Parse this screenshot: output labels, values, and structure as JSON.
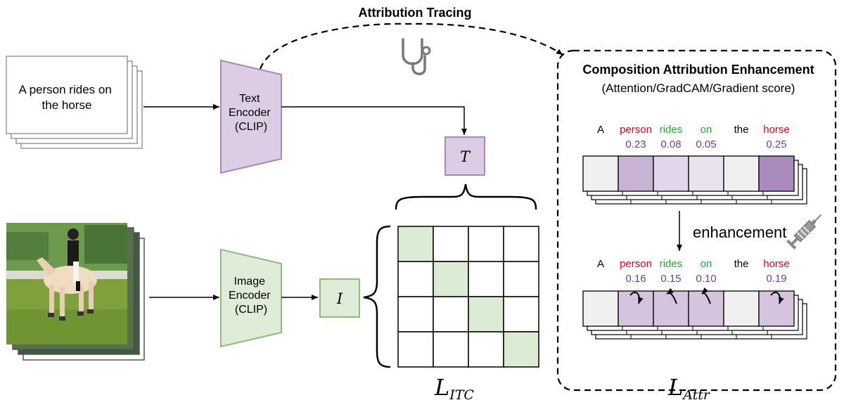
{
  "header": {
    "title": "Attribution Tracing"
  },
  "text_input": {
    "caption": [
      "A person rides on",
      "the horse"
    ]
  },
  "text_encoder": {
    "lines": [
      "Text",
      "Encoder",
      "(CLIP)"
    ]
  },
  "image_encoder": {
    "lines": [
      "Image",
      "Encoder",
      "(CLIP)"
    ]
  },
  "text_embedding": {
    "symbol": "T"
  },
  "image_embedding": {
    "symbol": "I"
  },
  "loss_itc": {
    "script": "L",
    "subscript": "ITC"
  },
  "loss_attr": {
    "script": "L",
    "subscript": "Attr"
  },
  "attribution_panel": {
    "title": "Composition Attribution Enhancement",
    "subtitle": "(Attention/GradCAM/Gradient score)",
    "enhancement_label": "enhancement",
    "tokens": [
      {
        "word": "A",
        "color": "#000000",
        "score_before": "",
        "score_after": "",
        "fill_before": "#f0f0f0",
        "fill_after": "#f0f0f0"
      },
      {
        "word": "person",
        "color": "#e8001c",
        "score_before": "0.23",
        "score_after": "0.16",
        "fill_before": "#c9b3d5",
        "fill_after": "#d6c4df"
      },
      {
        "word": "rides",
        "color": "#1fa83c",
        "score_before": "0.08",
        "score_after": "0.15",
        "fill_before": "#e2d6ea",
        "fill_after": "#d6c4df"
      },
      {
        "word": "on",
        "color": "#1fa83c",
        "score_before": "0.05",
        "score_after": "0.10",
        "fill_before": "#ebe2f0",
        "fill_after": "#d6c4df"
      },
      {
        "word": "the",
        "color": "#000000",
        "score_before": "",
        "score_after": "",
        "fill_before": "#f0f0f0",
        "fill_after": "#f0f0f0"
      },
      {
        "word": "horse",
        "color": "#e8001c",
        "score_before": "0.25",
        "score_after": "0.19",
        "fill_before": "#a98bbd",
        "fill_after": "#d6c4df"
      }
    ],
    "score_color": "#6a3fa0"
  },
  "colors": {
    "text_branch": "#dccde5",
    "text_branch_stroke": "#a888bf",
    "image_branch": "#dfecd8",
    "image_branch_stroke": "#8fbb7d",
    "matrix_diag": "#dcebd3"
  },
  "icons": {
    "tracing": "stethoscope-icon",
    "enhancement": "syringe-icon"
  }
}
